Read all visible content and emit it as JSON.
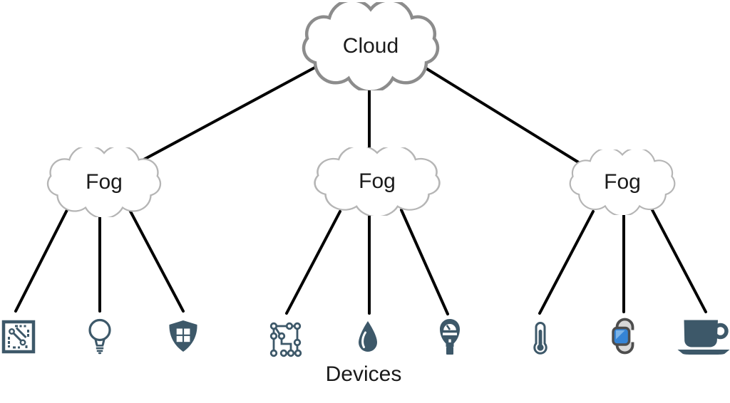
{
  "cloud": {
    "label": "Cloud"
  },
  "groups": [
    {
      "fog_label": "Fog",
      "devices": [
        {
          "icon": "circuit-board-icon"
        },
        {
          "icon": "light-bulb-icon"
        },
        {
          "icon": "shield-icon"
        }
      ]
    },
    {
      "fog_label": "Fog",
      "devices": [
        {
          "icon": "circuit-nodes-icon"
        },
        {
          "icon": "water-drop-icon"
        },
        {
          "icon": "parking-meter-icon"
        }
      ]
    },
    {
      "fog_label": "Fog",
      "devices": [
        {
          "icon": "thermometer-icon"
        },
        {
          "icon": "smartwatch-icon"
        },
        {
          "icon": "coffee-cup-icon"
        }
      ]
    }
  ],
  "footer": {
    "devices_label": "Devices"
  },
  "colors": {
    "line": "#000000",
    "cloud_outline": "#8c8c8c",
    "fog_outline": "#b5b5b5",
    "device_icon": "#3d5869",
    "watch_screen": "#3584d6",
    "watch_screen_highlight": "#7db4e8",
    "watch_band": "#d8d8d8",
    "watch_outline": "#4d4d4d"
  }
}
